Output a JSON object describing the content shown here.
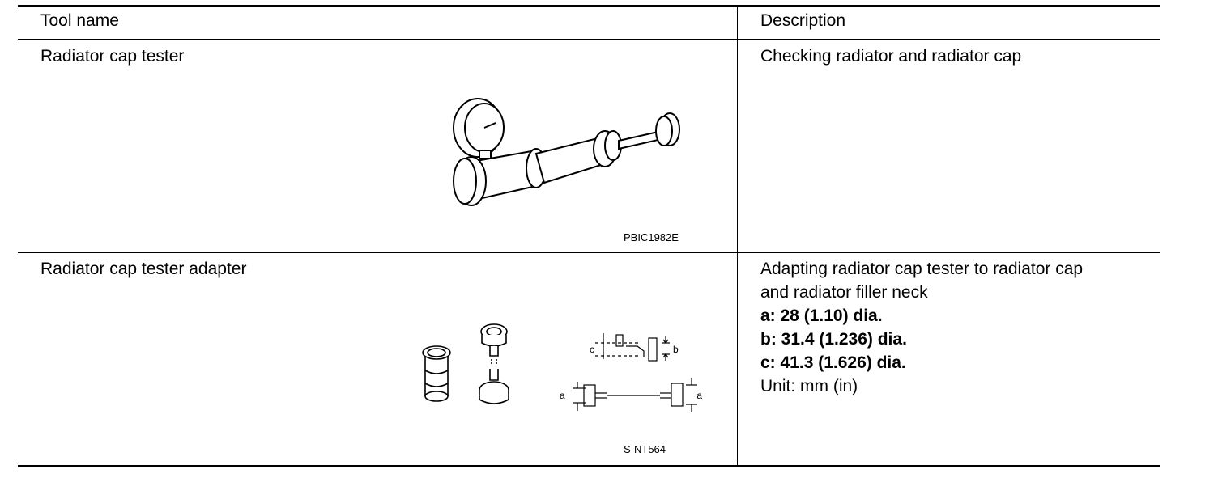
{
  "table": {
    "headers": {
      "tool_name": "Tool name",
      "description": "Description"
    },
    "rows": [
      {
        "tool_name": "Radiator cap tester",
        "description": "Checking radiator and radiator cap",
        "figure_code": "PBIC1982E",
        "figure_icon": "radiator-cap-tester-illustration"
      },
      {
        "tool_name": "Radiator cap tester adapter",
        "description_lines": [
          "Adapting radiator cap tester to radiator cap",
          "and radiator filler neck"
        ],
        "specs": [
          "a: 28 (1.10) dia.",
          "b: 31.4 (1.236) dia.",
          "c: 41.3 (1.626) dia."
        ],
        "unit": "Unit: mm (in)",
        "figure_code": "S-NT564",
        "figure_icon": "radiator-cap-tester-adapter-illustration",
        "figure_labels": {
          "a": "a",
          "b": "b",
          "c": "c"
        }
      }
    ]
  }
}
